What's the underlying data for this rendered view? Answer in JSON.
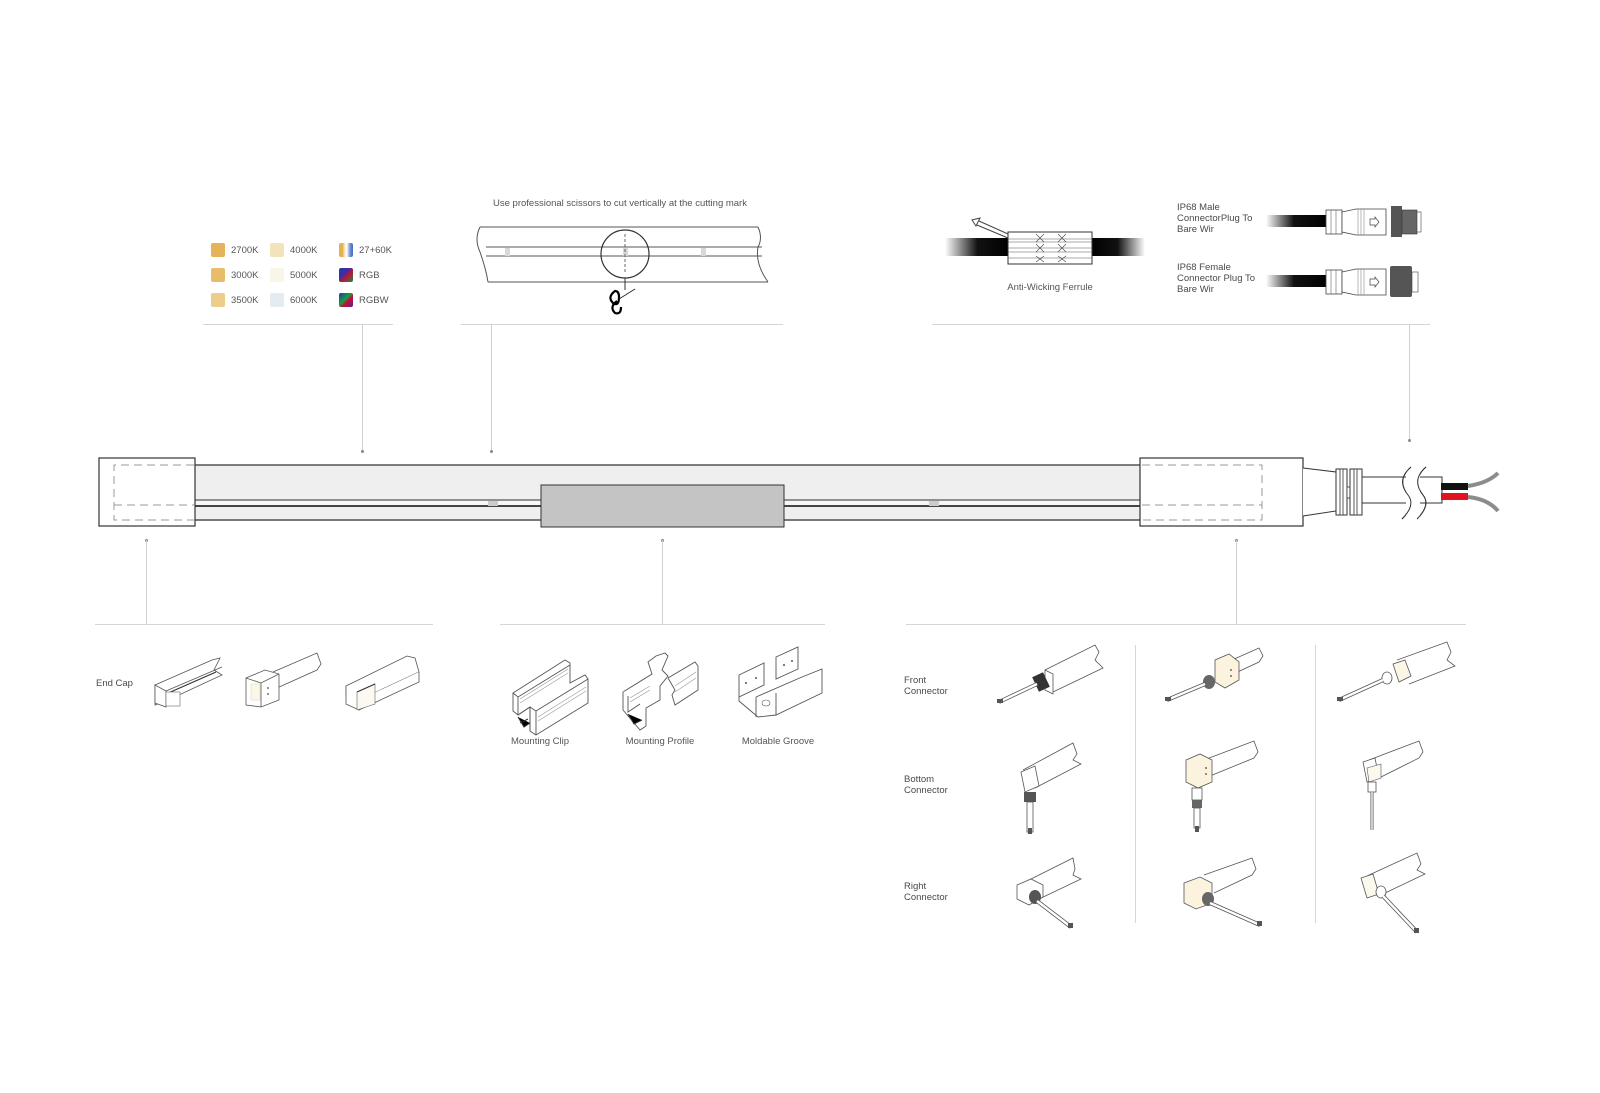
{
  "color_options": {
    "items": [
      {
        "label": "2700K",
        "color": "#e3b45a",
        "col": 0,
        "row": 0
      },
      {
        "label": "3000K",
        "color": "#e8bd6a",
        "col": 0,
        "row": 1
      },
      {
        "label": "3500K",
        "color": "#ecce8a",
        "col": 0,
        "row": 2
      },
      {
        "label": "4000K",
        "color": "#f3e3bd",
        "col": 1,
        "row": 0
      },
      {
        "label": "5000K",
        "color": "#f8f6e6",
        "col": 1,
        "row": 1
      },
      {
        "label": "6000K",
        "color": "#e3ecf0",
        "col": 1,
        "row": 2
      },
      {
        "label": "27+60K",
        "color": "gradient-warm-cool",
        "col": 2,
        "row": 0
      },
      {
        "label": "RGB",
        "color": "gradient-rgb",
        "col": 2,
        "row": 1
      },
      {
        "label": "RGBW",
        "color": "gradient-rgbw",
        "col": 2,
        "row": 2
      }
    ]
  },
  "cutting": {
    "instruction": "Use professional scissors to cut vertically at the cutting mark",
    "icon": "scissors-icon"
  },
  "ferrule": {
    "label": "Anti-Wicking Ferrule"
  },
  "ip68": {
    "male_label": "IP68 Male\nConnectorPlug To\nBare Wir",
    "female_label": "IP68 Female\nConnector Plug To\nBare Wir"
  },
  "end_cap": {
    "label": "End Cap"
  },
  "mounting": {
    "items": [
      {
        "label": "Mounting Clip"
      },
      {
        "label": "Mounting Profile"
      },
      {
        "label": "Moldable Groove"
      }
    ]
  },
  "connectors": {
    "rows": [
      {
        "label": "Front\nConnector"
      },
      {
        "label": "Bottom\nConnector"
      },
      {
        "label": "Right\nConnector"
      }
    ]
  },
  "wire_colors": {
    "negative": "#111111",
    "positive": "#e0141e",
    "lead": "#8c8c8c"
  },
  "strip_colors": {
    "body": "#efefef",
    "clip": "#c4c4c4",
    "outline": "#333333"
  }
}
